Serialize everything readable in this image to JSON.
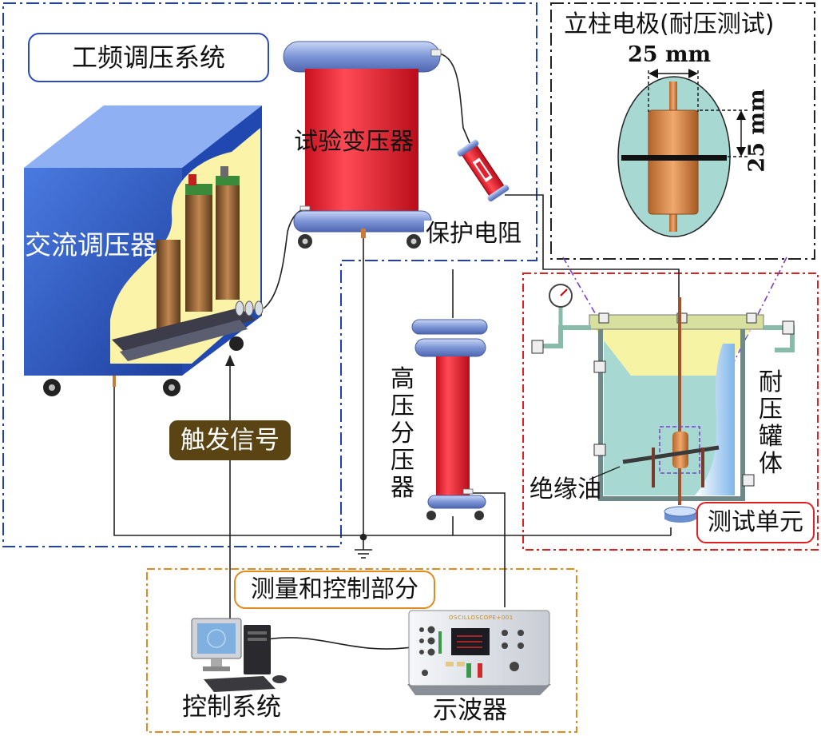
{
  "labels": {
    "power_freq_system": "工频调压系统",
    "test_transformer": "试验变压器",
    "ac_regulator": "交流调压器",
    "protection_resistor": "保护电阻",
    "electrode_title": "立柱电极(耐压测试)",
    "dim_horizontal": "25 mm",
    "dim_vertical": "25 mm",
    "hv_divider": "高压分压器",
    "tank": "耐压罐体",
    "insulating_oil": "绝缘油",
    "test_unit": "测试单元",
    "trigger_signal": "触发信号",
    "measure_control": "测量和控制部分",
    "control_system": "控制系统",
    "oscilloscope": "示波器",
    "osc_brand": "OSCILLOSCOPE+001"
  },
  "colors": {
    "blue_region": "#1f3fbf",
    "black_region": "#222222",
    "red_region": "#e02020",
    "orange_region": "#e08a20",
    "transformer_red": "#ee2a3a",
    "cap_blue": "#7c95d6",
    "tank_fill": "#a7d8d2",
    "oil_yellow": "#f6f3a4",
    "trigger_bg": "#5a4414",
    "regulator_blue": "#2f5fc8"
  },
  "icons": [
    "monitor-icon",
    "oscilloscope-icon",
    "ground-icon",
    "pressure-gauge-icon"
  ]
}
